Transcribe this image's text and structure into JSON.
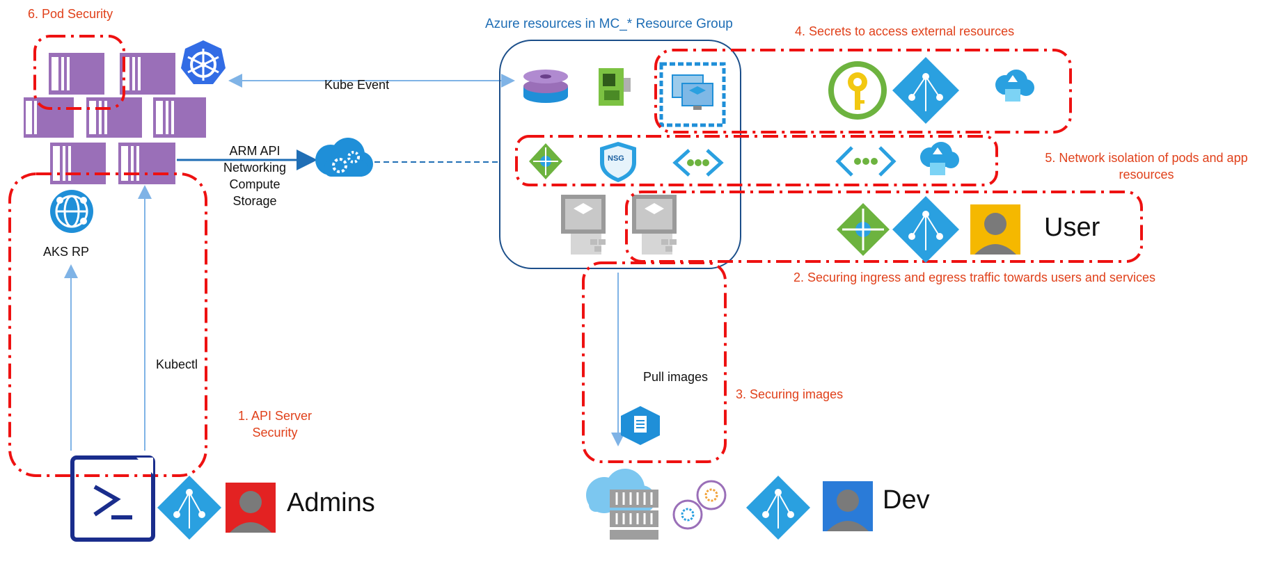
{
  "title_pod_security": "6. Pod Security",
  "title_resource_group": "Azure resources in MC_* Resource Group",
  "title_secrets": "4. Secrets to access external resources",
  "title_network_isolation": "5. Network isolation of pods and app resources",
  "title_ingress_egress": "2. Securing ingress and egress traffic towards users and services",
  "title_images": "3. Securing images",
  "title_api_server": "1. API Server Security",
  "label_kube_event": "Kube  Event",
  "label_arm_api": "ARM API",
  "label_networking": "Networking",
  "label_compute": "Compute",
  "label_storage": "Storage",
  "label_aks_rp": "AKS RP",
  "label_kubectl": "Kubectl",
  "label_pull_images": "Pull images",
  "label_user": "User",
  "label_admins": "Admins",
  "label_dev": "Dev",
  "label_nsg": "NSG",
  "colors": {
    "accent_red": "#ee1111",
    "title_red": "#e0401a",
    "azure_blue": "#1f8fd8",
    "kube_purple": "#9a6fb8",
    "green": "#6db33f",
    "arrow_blue": "#7fb3e6"
  },
  "icons": [
    "kubernetes-icon",
    "container-icon",
    "aks-rp-icon",
    "cloud-gear-icon",
    "disk-icon",
    "nic-icon",
    "vm-scale-set-icon",
    "key-vault-icon",
    "azure-ad-icon",
    "storage-icon",
    "load-balancer-icon",
    "nsg-shield-icon",
    "private-endpoint-icon",
    "node-icon",
    "user-icon",
    "powershell-icon",
    "container-registry-icon",
    "devops-icon",
    "acr-doc-icon"
  ]
}
